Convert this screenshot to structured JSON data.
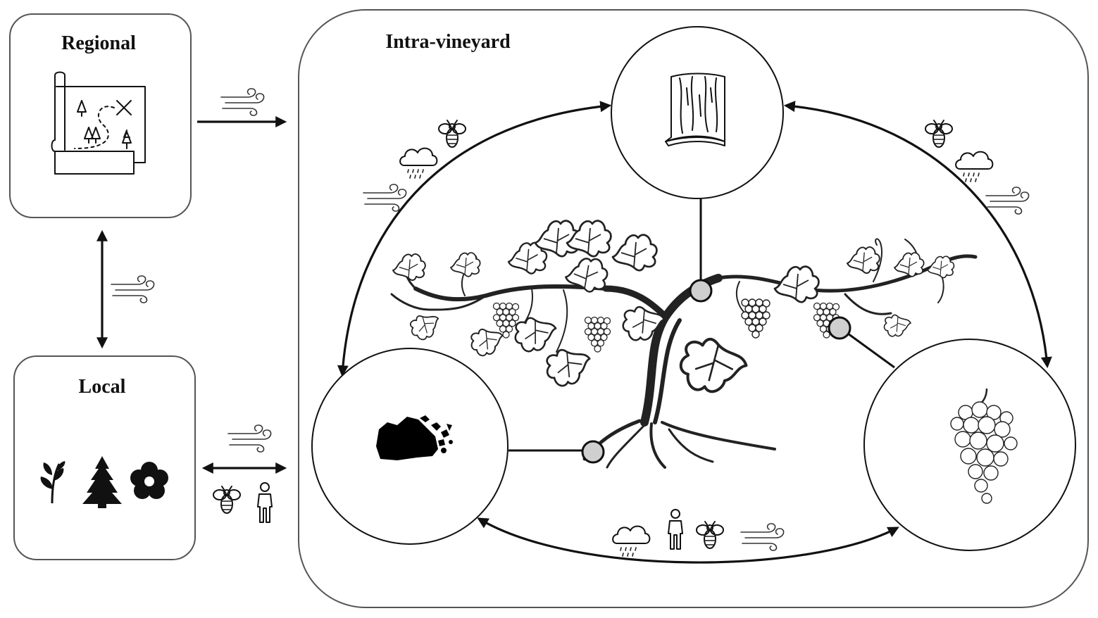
{
  "panels": {
    "regional": {
      "title": "Regional"
    },
    "local": {
      "title": "Local"
    },
    "intra_vineyard": {
      "title": "Intra-vineyard"
    }
  },
  "icons": {
    "regional": "treasure-map-icon",
    "local": [
      "plant-sprig-icon",
      "pine-tree-icon",
      "flower-icon"
    ],
    "circles": {
      "top": "wood-stave-icon",
      "left": "soil-rock-icon",
      "right": "grape-cluster-icon"
    },
    "vectors": [
      "wind-icon",
      "rain-cloud-icon",
      "bee-icon",
      "human-icon"
    ],
    "center": "grapevine-illustration"
  },
  "colors": {
    "stroke": "#111111",
    "box_border": "#555555",
    "node_fill": "#cfcfcf",
    "background": "#ffffff"
  }
}
